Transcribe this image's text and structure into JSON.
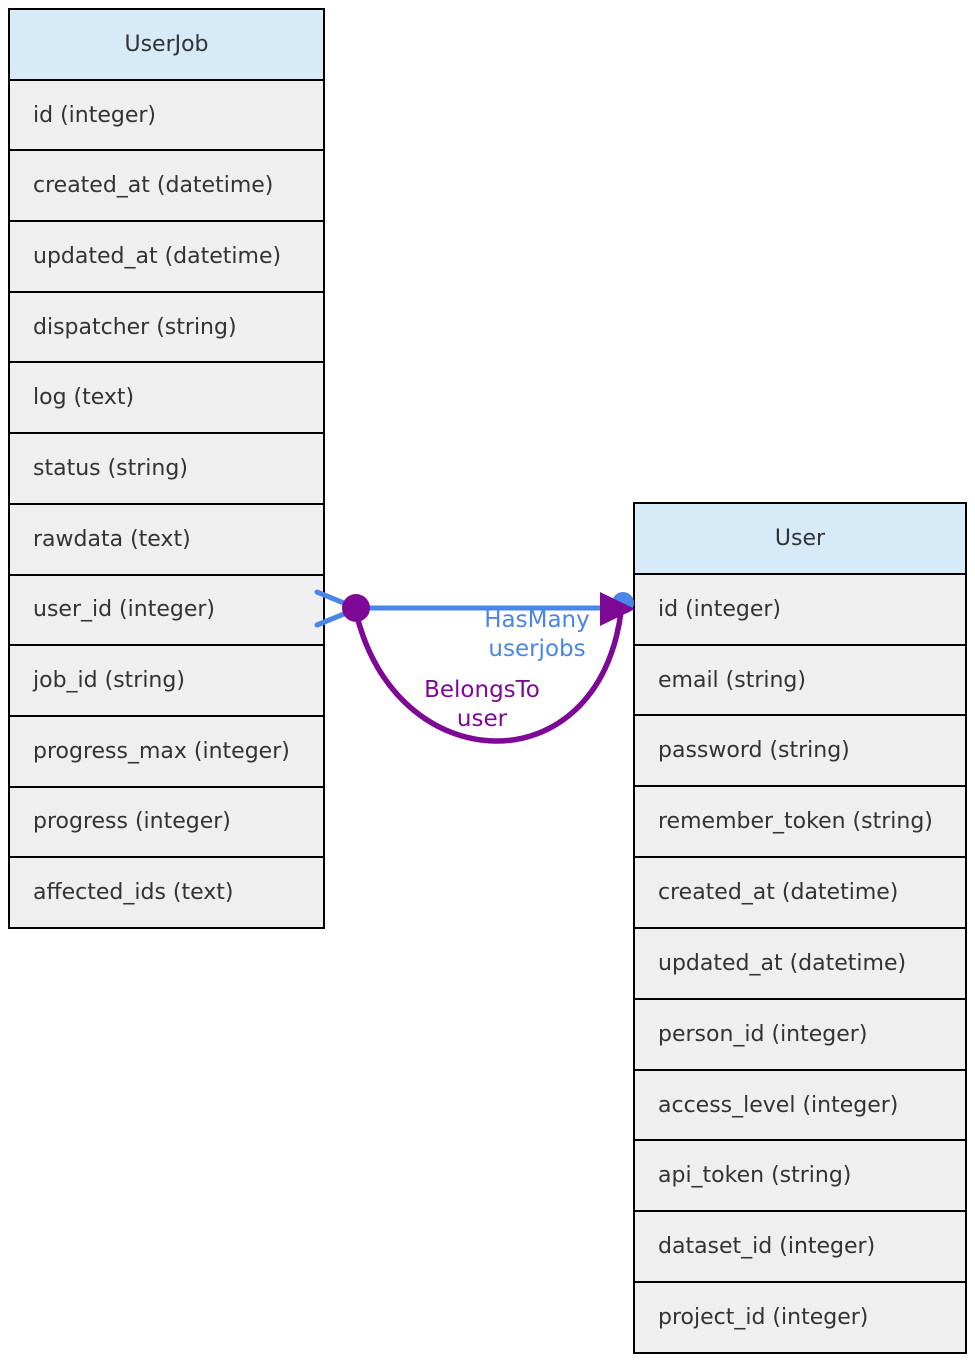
{
  "diagram": {
    "tables": [
      {
        "name": "UserJob",
        "columns": [
          "id (integer)",
          "created_at (datetime)",
          "updated_at (datetime)",
          "dispatcher (string)",
          "log (text)",
          "status (string)",
          "rawdata (text)",
          "user_id (integer)",
          "job_id (string)",
          "progress_max (integer)",
          "progress (integer)",
          "affected_ids (text)"
        ]
      },
      {
        "name": "User",
        "columns": [
          "id (integer)",
          "email (string)",
          "password (string)",
          "remember_token (string)",
          "created_at (datetime)",
          "updated_at (datetime)",
          "person_id (integer)",
          "access_level (integer)",
          "api_token (string)",
          "dataset_id (integer)",
          "project_id (integer)"
        ]
      }
    ],
    "relationships": [
      {
        "type": "HasMany",
        "label_lines": [
          "HasMany",
          "userjobs"
        ],
        "from_table": "User",
        "from_column": "id",
        "to_table": "UserJob",
        "to_column": "user_id",
        "color": "#4a86e8"
      },
      {
        "type": "BelongsTo",
        "label_lines": [
          "BelongsTo",
          "user"
        ],
        "from_table": "UserJob",
        "from_column": "user_id",
        "to_table": "User",
        "to_column": "id",
        "color": "#7d0996"
      }
    ],
    "colors": {
      "background": "#ffffff",
      "header_fill": "#d6eaf8",
      "row_fill": "#efefef",
      "border": "#000000",
      "text": "#333333",
      "hasmany": "#4a86e8",
      "belongsto": "#7d0996"
    }
  }
}
